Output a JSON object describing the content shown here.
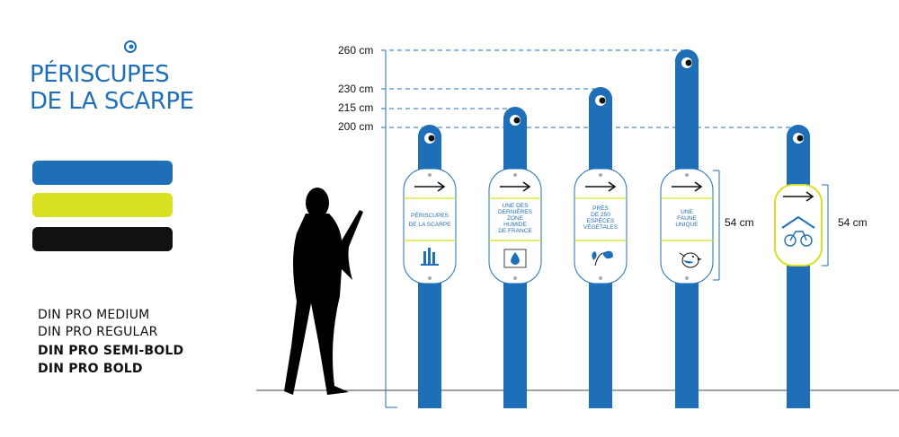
{
  "logo": {
    "line1": "PÉRISCUPES",
    "line2": "DE LA SCARPE"
  },
  "colors": {
    "blue": "#1f6fb8",
    "yellow": "#d9e021",
    "black": "#111111",
    "white": "#ffffff"
  },
  "swatches": [
    "#1f6fb8",
    "#d9e021",
    "#111111"
  ],
  "fonts": [
    "DIN PRO MEDIUM",
    "DIN PRO REGULAR",
    "DIN PRO SEMI-BOLD",
    "DIN PRO BOLD"
  ],
  "heights": [
    "260 cm",
    "230 cm",
    "215 cm",
    "200 cm"
  ],
  "dimensions": {
    "post4": "54 cm",
    "post5": "54 cm"
  },
  "panels": {
    "p1": {
      "line1": "PÉRISCUPES",
      "line2": "DE LA SCARPE",
      "icon": "reeds-icon"
    },
    "p2": {
      "lines": [
        "UNE DES",
        "DERNIÈRES",
        "ZONE",
        "HUMIDE",
        "DE FRANCE"
      ],
      "icon": "water-drop-icon"
    },
    "p3": {
      "lines": [
        "PRÈS",
        "DE 250",
        "ESPÈCES",
        "VÉGÉTALES"
      ],
      "icon": "leaf-icon"
    },
    "p4": {
      "lines": [
        "UNE",
        "FAUNE",
        "UNIQUE"
      ],
      "icon": "bird-icon"
    },
    "p5": {
      "icon": "bike-shelter-icon"
    }
  }
}
